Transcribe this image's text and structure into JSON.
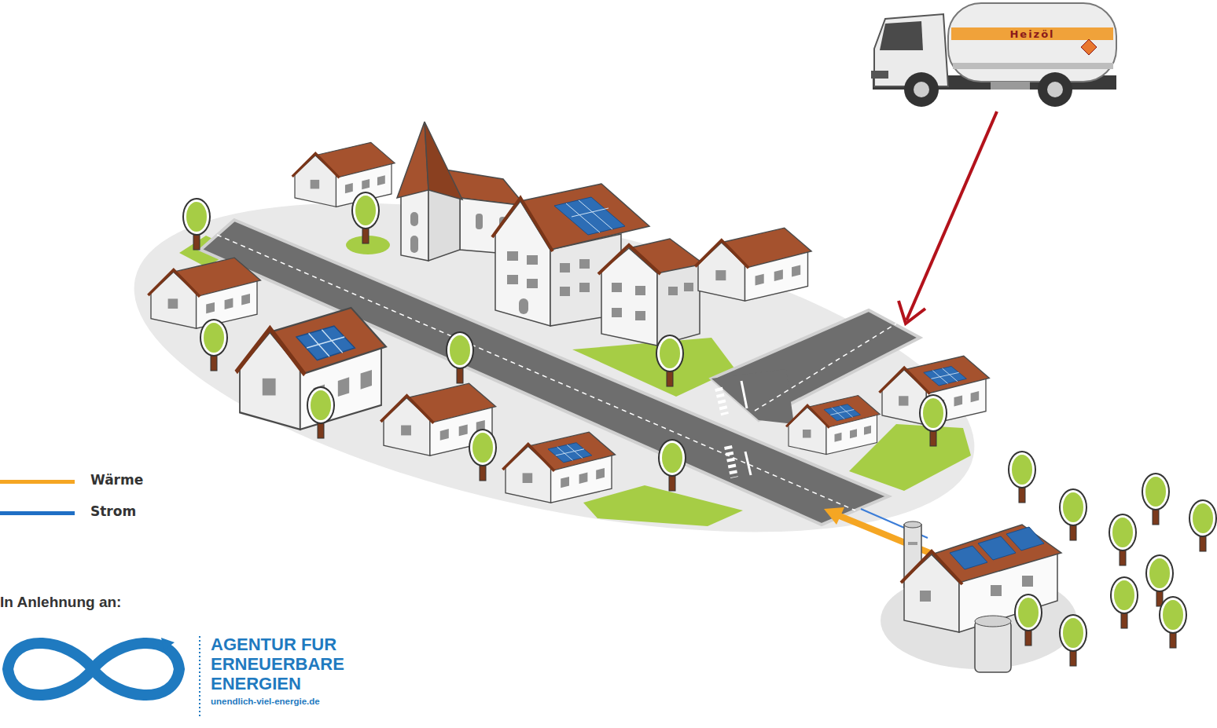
{
  "diagram": {
    "nodes": [
      {
        "text": [
          "Heizöl"
        ]
      }
    ],
    "labels": [
      "In Anlehnung an:",
      "AGENTUR FUR ERNEUERBARE ENERGIEN",
      "unendlich-viel-energie.de"
    ],
    "legend": [
      {
        "text": "Wärme",
        "color": "#f5a623"
      },
      {
        "text": "Strom",
        "color": "#1f6fc5"
      }
    ]
  }
}
